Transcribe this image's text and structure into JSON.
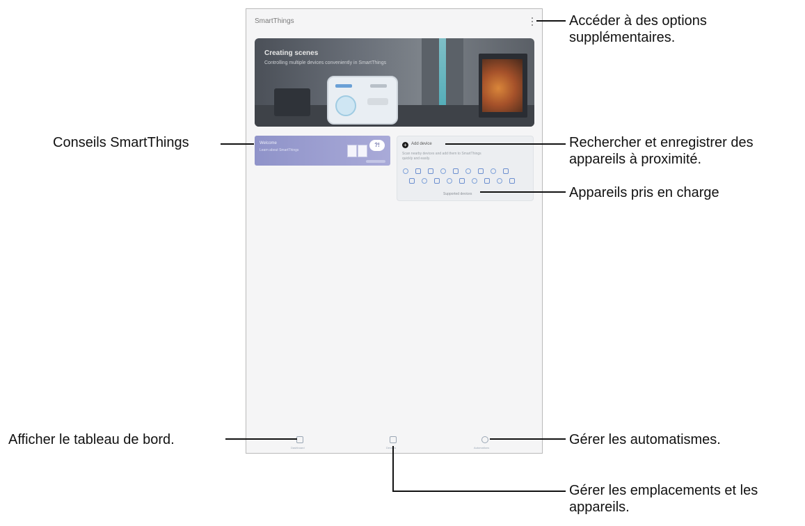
{
  "app": {
    "title": "SmartThings"
  },
  "banner": {
    "title": "Creating scenes",
    "subtitle": "Controlling multiple devices conveniently in SmartThings"
  },
  "tips_card": {
    "label": "Welcome",
    "subtitle": "Learn about SmartThings",
    "bubble": "?!"
  },
  "device_card": {
    "label": "Add device",
    "description": "Scan nearby devices and add them to SmartThings quickly and easily.",
    "supported_link": "Supported devices"
  },
  "bottom_nav": {
    "dashboard": "Dashboard",
    "devices": "Devices",
    "automations": "Automations"
  },
  "callouts": {
    "more_options": "Accéder à des options supplémentaires.",
    "tips": "Conseils SmartThings",
    "search_devices": "Rechercher et enregistrer des appareils à proximité.",
    "supported_devices": "Appareils pris en charge",
    "dashboard": "Afficher le tableau de bord.",
    "automations": "Gérer les automatismes.",
    "locations": "Gérer les emplacements et les appareils."
  },
  "colors": {
    "tips_card": "#9a9dd0",
    "device_icons": "#6b8ecf",
    "nav_icons": "#9aa6b4"
  }
}
